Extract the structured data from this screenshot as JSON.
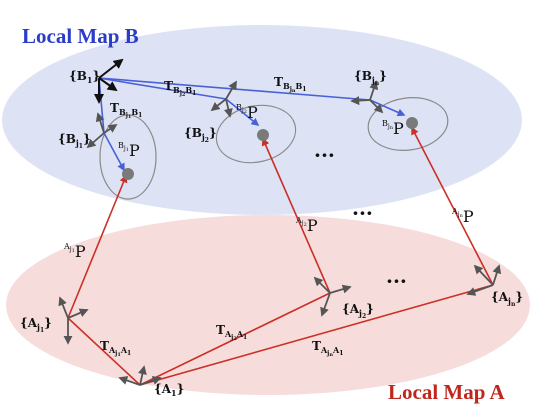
{
  "titles": {
    "map_b": "Local Map B",
    "map_a": "Local Map A",
    "map_b_color": "#2a3dc8",
    "map_a_color": "#c0261e"
  },
  "colors": {
    "ellipse_b": "#dde3f5",
    "ellipse_a": "#f6dddc",
    "blue_link": "#4a61d6",
    "red_link": "#cc2f26",
    "axis": "#555555",
    "point": "#777777"
  },
  "frames": {
    "B1": {
      "base": "B",
      "sub": "1"
    },
    "Bj1": {
      "base": "B",
      "sub": "j",
      "subsub": "1"
    },
    "Bj2": {
      "base": "B",
      "sub": "j",
      "subsub": "2"
    },
    "Bjn": {
      "base": "B",
      "sub": "j",
      "subsub": "n"
    },
    "A1": {
      "base": "A",
      "sub": "1"
    },
    "Aj1": {
      "base": "A",
      "sub": "j",
      "subsub": "1"
    },
    "Aj2": {
      "base": "A",
      "sub": "j",
      "subsub": "2"
    },
    "Ajn": {
      "base": "A",
      "sub": "j",
      "subsub": "n"
    }
  },
  "transforms": {
    "TBj1B1": {
      "T": "T",
      "a": "B",
      "asub": "j",
      "asubsub": "1",
      "b": "B",
      "bsub": "1"
    },
    "TBj2B1": {
      "T": "T",
      "a": "B",
      "asub": "j",
      "asubsub": "2",
      "b": "B",
      "bsub": "1"
    },
    "TBjnB1": {
      "T": "T",
      "a": "B",
      "asub": "j",
      "asubsub": "n",
      "b": "B",
      "bsub": "1"
    },
    "TAj1A1": {
      "T": "T",
      "a": "A",
      "asub": "j",
      "asubsub": "1",
      "b": "A",
      "bsub": "1"
    },
    "TAj2A1": {
      "T": "T",
      "a": "A",
      "asub": "j",
      "asubsub": "2",
      "b": "A",
      "bsub": "1"
    },
    "TAjnA1": {
      "T": "T",
      "a": "A",
      "asub": "j",
      "asubsub": "n",
      "b": "A",
      "bsub": "1"
    }
  },
  "points": {
    "Bj1P": {
      "sup": "B",
      "supsub": "j",
      "supsubsub": "1",
      "P": "P"
    },
    "Bj2P": {
      "sup": "B",
      "supsub": "j",
      "supsubsub": "2",
      "P": "P"
    },
    "BjnP": {
      "sup": "B",
      "supsub": "j",
      "supsubsub": "n",
      "P": "P"
    },
    "Aj1P": {
      "sup": "A",
      "supsub": "j",
      "supsubsub": "1",
      "P": "P"
    },
    "Aj2P": {
      "sup": "A",
      "supsub": "j",
      "supsubsub": "2",
      "P": "P"
    },
    "AjnP": {
      "sup": "A",
      "supsub": "j",
      "supsubsub": "n",
      "P": "P"
    }
  },
  "ellipsis": "···"
}
